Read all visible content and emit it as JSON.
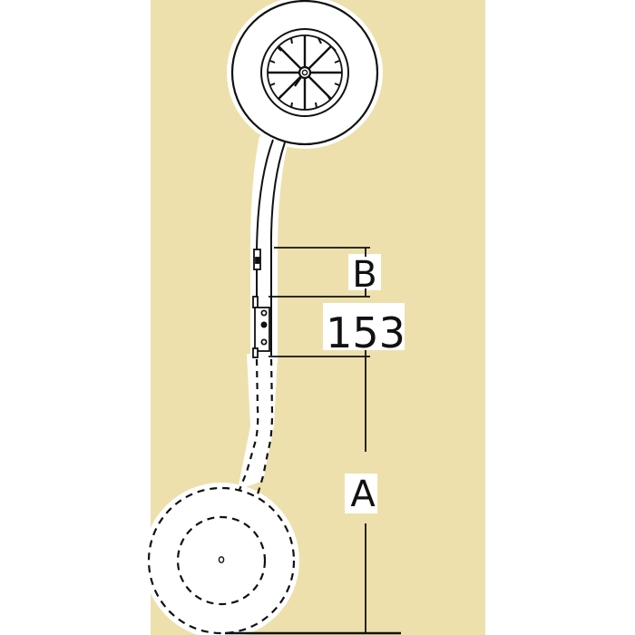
{
  "diagram": {
    "subject": "retractable launching wheel assembly side view",
    "background_color": "#ede0ac",
    "line_color": "#111111",
    "fill_color": "#ffffff",
    "dimensions": {
      "label_b": "B",
      "label_153": "153",
      "label_a": "A"
    },
    "parts": {
      "upper_wheel": "wheel-raised-position",
      "lower_wheel": "wheel-lowered-position-dashed",
      "stem": "curved-support-tube",
      "bracket_upper": "mounting-bracket-upper",
      "bracket_lower": "mounting-bracket-lower"
    }
  }
}
